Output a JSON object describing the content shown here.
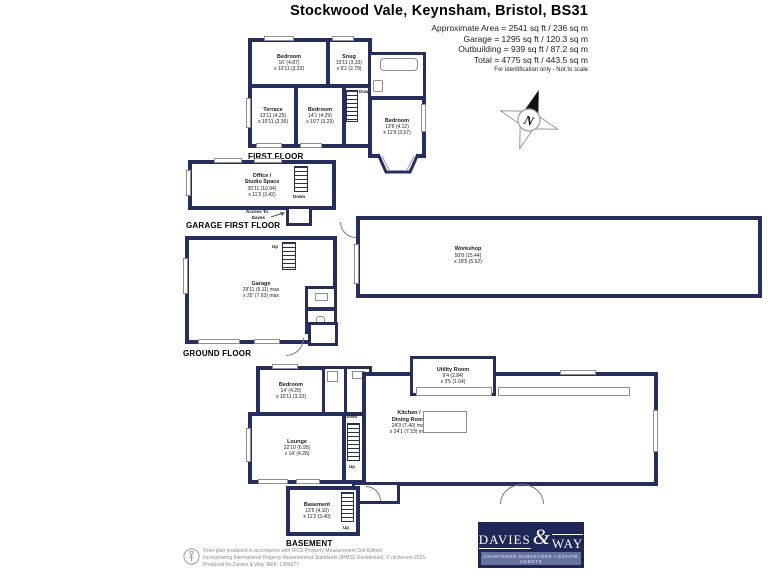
{
  "header": {
    "title": "Stockwood Vale, Keynsham, Bristol, BS31",
    "line1": "Approximate Area = 2541 sq ft / 236 sq m",
    "line2": "Garage = 1295 sq ft / 120.3 sq m",
    "line3": "Outbuilding = 939 sq ft / 87.2 sq m",
    "line4": "Total = 4775 sq ft / 443.5 sq m",
    "note": "For identification only - Not to scale"
  },
  "compass": {
    "north_label": "N"
  },
  "floors": {
    "first": {
      "label": "FIRST FLOOR"
    },
    "garage_first": {
      "label": "GARAGE FIRST FLOOR"
    },
    "ground": {
      "label": "GROUND FLOOR"
    },
    "basement": {
      "label": "BASEMENT"
    }
  },
  "rooms": {
    "ff_bedroom1": {
      "name": "Bedroom",
      "dim1": "16' (4.87)",
      "dim2": "x 10'11 (3.33)"
    },
    "ff_snug": {
      "name": "Snug",
      "dim1": "10'11 (3.33)",
      "dim2": "x 9'2 (2.79)"
    },
    "ff_terrace": {
      "name": "Terrace",
      "dim1": "13'11 (4.25)",
      "dim2": "x 10'11 (3.36)"
    },
    "ff_bedroom2": {
      "name": "Bedroom",
      "dim1": "14'1 (4.29)",
      "dim2": "x 10'7 (3.23)"
    },
    "ff_bedroom3": {
      "name": "Bedroom",
      "dim1": "13'6 (4.12)",
      "dim2": "x 11'9 (3.57)"
    },
    "office": {
      "name": "Office /",
      "name2": "Studio Space",
      "dim1": "35'11 (10.94)",
      "dim2": "x 11'3 (3.42)"
    },
    "garage": {
      "name": "Garage",
      "dim1": "29'11 (9.11) max",
      "dim2": "x 25' (7.63) max"
    },
    "workshop": {
      "name": "Workshop",
      "dim1": "50'8 (15.44)",
      "dim2": "x 18'5 (5.62)"
    },
    "gf_bedroom": {
      "name": "Bedroom",
      "dim1": "14' (4.25)",
      "dim2": "x 10'11 (3.32)"
    },
    "lounge": {
      "name": "Lounge",
      "dim1": "22'10 (6.95)",
      "dim2": "x 14' (4.26)"
    },
    "utility": {
      "name": "Utility Room",
      "dim1": "9'4 (2.84)",
      "dim2": "x 3'5 (1.04)"
    },
    "kitchen": {
      "name": "Kitchen /",
      "name2": "Dining Room",
      "dim1": "24'3 (7.40) max",
      "dim2": "x 24'1 (7.33) max"
    },
    "basement": {
      "name": "Basement",
      "dim1": "13'5 (4.10)",
      "dim2": "x 11'2 (3.40)"
    }
  },
  "annotations": {
    "down": "Down",
    "up": "Up",
    "access_line1": "Access To",
    "access_line2": "Eaves"
  },
  "footer": {
    "disclaimer1": "Floor plan produced in accordance with RICS Property Measurement 2nd Edition,",
    "disclaimer2": "Incorporating International Property Measurement Standards (IPMS2 Residential). © nichecom 2025.",
    "disclaimer3": "Produced for Davies & Way.  REF: 1304377",
    "logo": {
      "word1": "DAVIES",
      "amp": "&",
      "word2": "WAY",
      "tagline": "CHARTERED SURVEYORS • ESTATE AGENTS"
    }
  },
  "colors": {
    "wall": "#242e60",
    "logo_bg": "#1e2757",
    "logo_band": "#67739f"
  }
}
